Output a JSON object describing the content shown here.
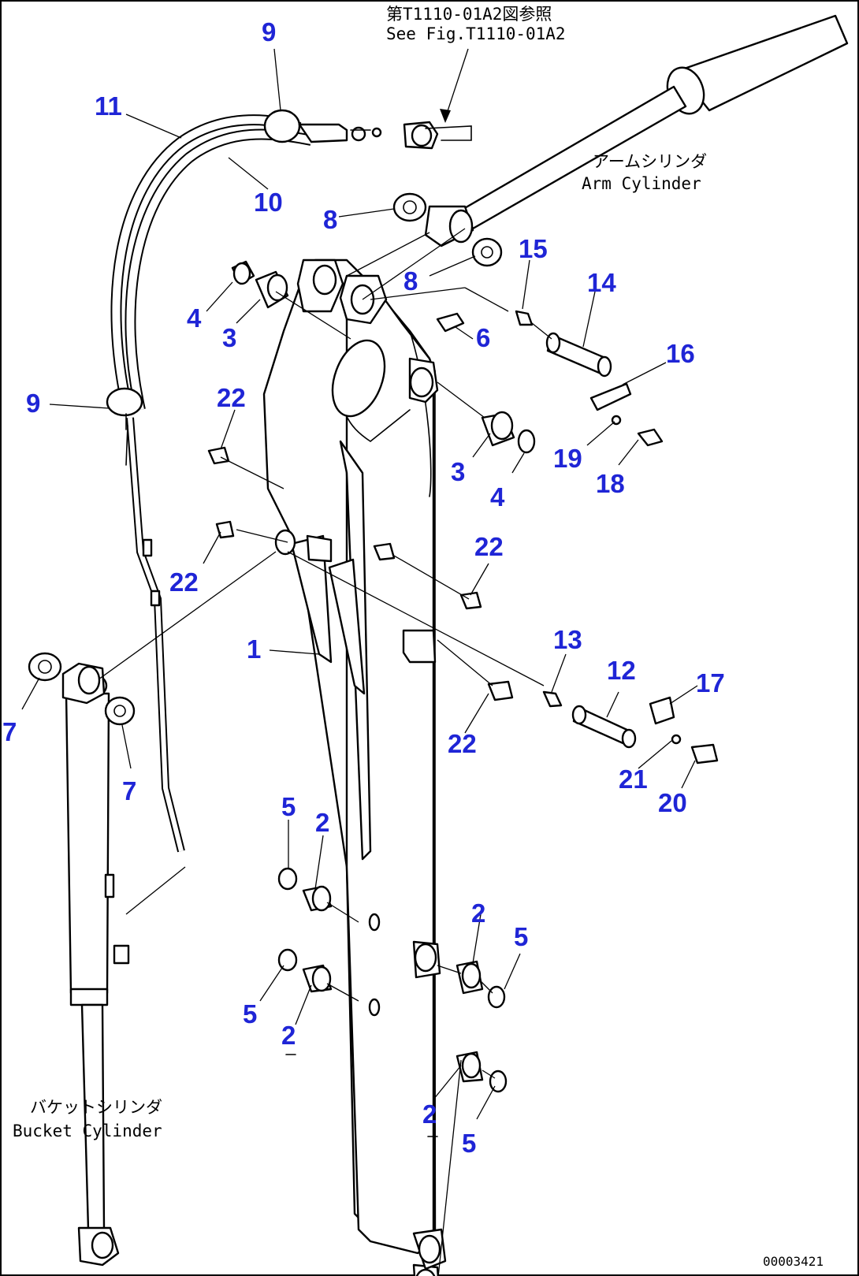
{
  "reference_note": {
    "jp": "第T1110-01A2図参照",
    "en": "See Fig.T1110-01A2"
  },
  "labels": {
    "arm_cylinder_jp": "アームシリンダ",
    "arm_cylinder_en": "Arm Cylinder",
    "bucket_cylinder_jp": "バケットシリンダ",
    "bucket_cylinder_en": "Bucket Cylinder"
  },
  "document_number": "00003421",
  "callouts": [
    "9",
    "11",
    "10",
    "8",
    "8",
    "15",
    "14",
    "4",
    "3",
    "6",
    "16",
    "9",
    "22",
    "3",
    "4",
    "19",
    "18",
    "22",
    "22",
    "1",
    "13",
    "12",
    "17",
    "7",
    "7",
    "22",
    "21",
    "20",
    "5",
    "2",
    "2",
    "5",
    "5",
    "2",
    "2",
    "5"
  ],
  "colors": {
    "callout": "#1f25d6",
    "line": "#000000",
    "background": "#ffffff"
  }
}
